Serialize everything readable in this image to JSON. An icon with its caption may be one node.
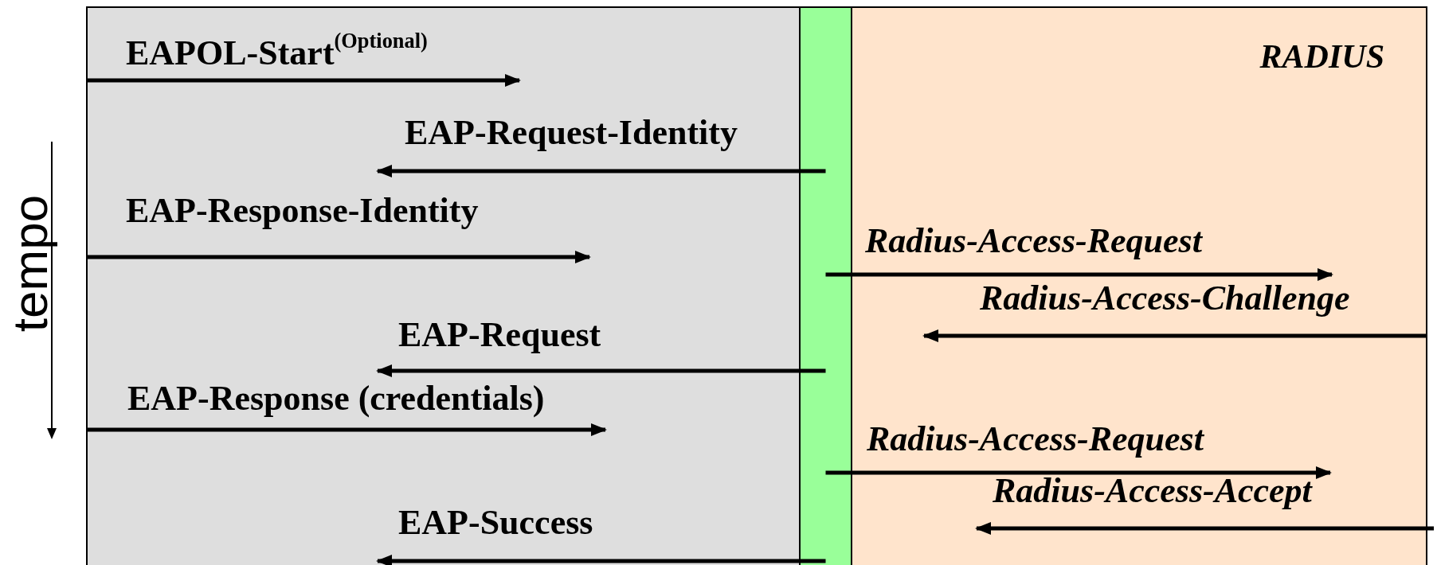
{
  "diagram": {
    "nodes": [
      {
        "text": [],
        "shape": "box"
      },
      {
        "text": [],
        "shape": "bar"
      },
      {
        "text": [
          "RADIUS"
        ]
      }
    ],
    "edges": [
      {
        "from": null,
        "to": 0,
        "arrow": "to",
        "label": "EAPOL-Start$^{(Optional)}$"
      },
      {
        "from": 1,
        "to": 0,
        "arrow": "to",
        "label": "EAP-Request-Identity"
      },
      {
        "from": null,
        "to": 0,
        "arrow": "to",
        "label": "EAP-Response-Identity"
      },
      {
        "from": 1,
        "to": 2,
        "arrow": "to",
        "label": "Radius-Access-Request"
      },
      {
        "from": null,
        "to": 2,
        "arrow": "to",
        "label": "Radius-Access-Challenge"
      },
      {
        "from": 1,
        "to": 0,
        "arrow": "to",
        "label": "EAP-Request"
      },
      {
        "from": null,
        "to": 0,
        "arrow": "to",
        "label": "EAP-Response (credentials)"
      },
      {
        "from": 1,
        "to": 2,
        "arrow": "to",
        "label": "Radius-Access-Request"
      },
      {
        "from": null,
        "to": 2,
        "arrow": "to",
        "label": "Radius-Access-Accept"
      },
      {
        "from": 1,
        "to": 0,
        "arrow": "to",
        "label": "EAP-Success"
      }
    ],
    "labels": [
      "tempo"
    ]
  }
}
